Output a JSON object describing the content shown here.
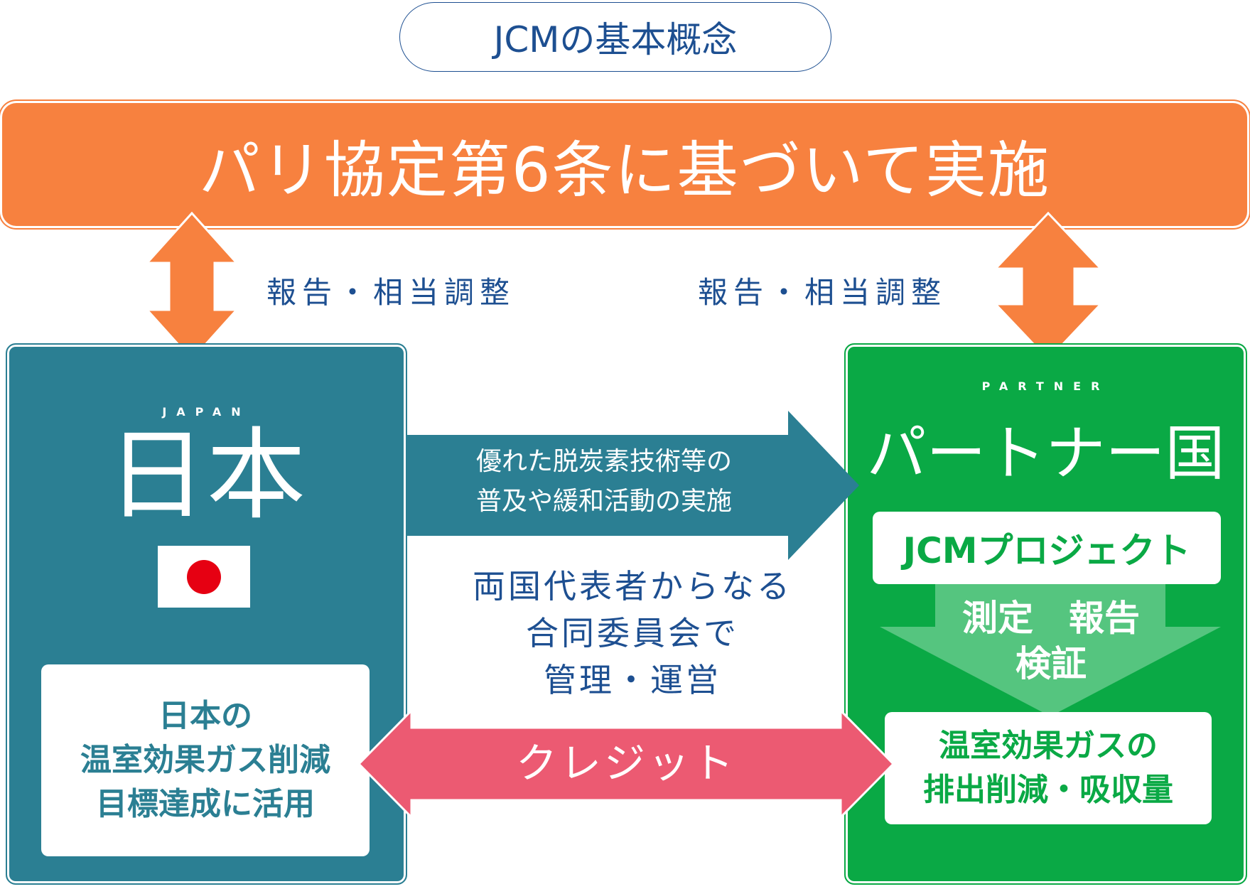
{
  "title": "JCMの基本概念",
  "banner": "パリ協定第6条に基づいて実施",
  "report_left": "報告・相当調整",
  "report_right": "報告・相当調整",
  "japan": {
    "label_en": "JAPAN",
    "label": "日本",
    "box_lines": [
      "日本の",
      "温室効果ガス削減",
      "目標達成に活用"
    ]
  },
  "partner": {
    "label_en": "PARTNER",
    "label": "パートナー国",
    "project": "JCMプロジェクト",
    "mrv_lines": [
      "測定　報告",
      "検証"
    ],
    "box_lines": [
      "温室効果ガスの",
      "排出削減・吸収量"
    ]
  },
  "flow_arrow_lines": [
    "優れた脱炭素技術等の",
    "普及や緩和活動の実施"
  ],
  "committee_lines": [
    "両国代表者からなる",
    "合同委員会で",
    "管理・運営"
  ],
  "credit": "クレジット",
  "colors": {
    "orange": "#f7813f",
    "teal": "#2b7f93",
    "green": "#0aa945",
    "pink": "#ec5a72",
    "blue": "#1d4f91",
    "light_green": "#55c57f",
    "flag_red": "#e60012"
  }
}
